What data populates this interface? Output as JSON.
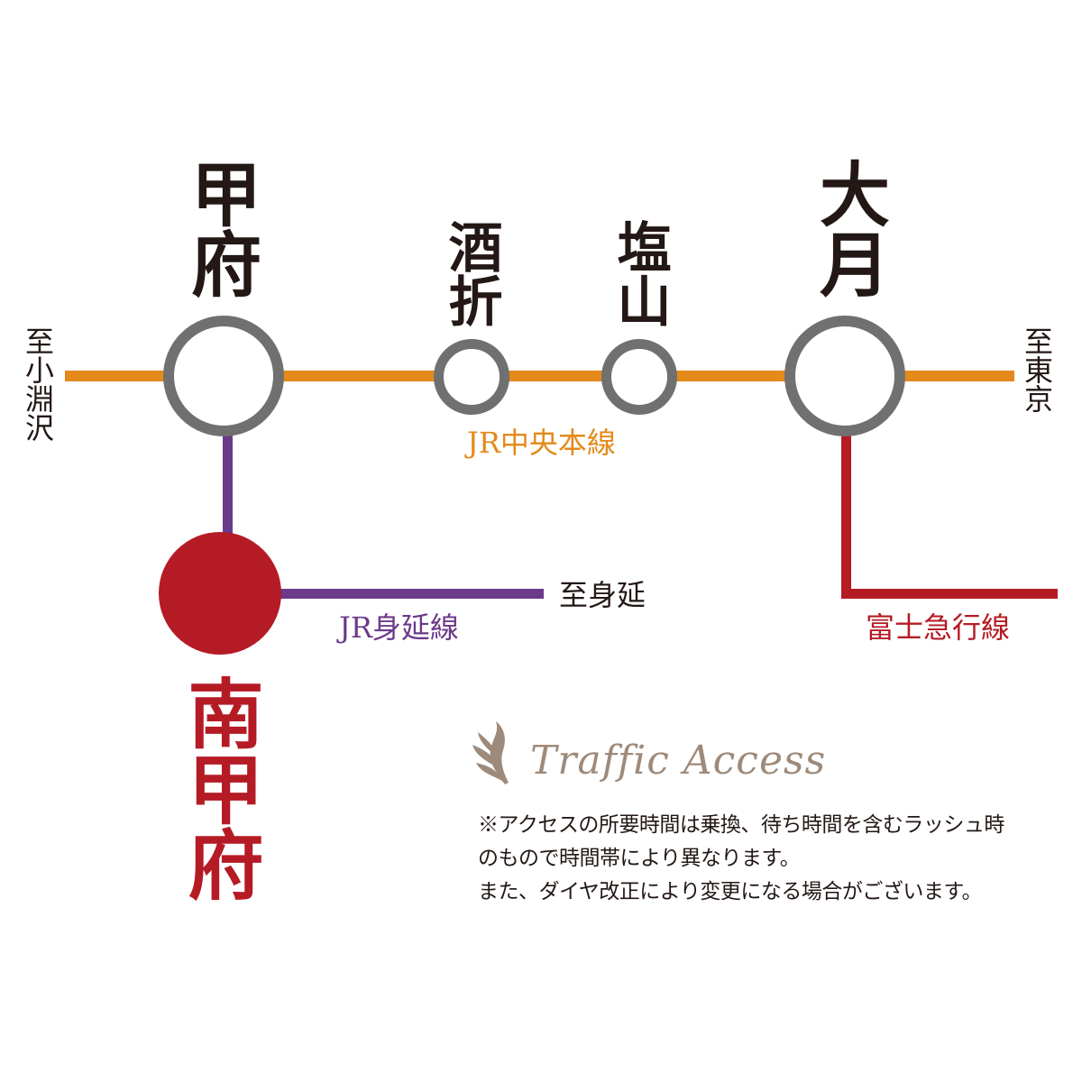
{
  "colors": {
    "chuo": "#E38A1B",
    "minobu": "#6B3A8A",
    "fujikyu": "#B51B25",
    "station_ring": "#707070",
    "highlight": "#B51B25",
    "accent": "#9E8A7A"
  },
  "stations": {
    "kofu": "甲府",
    "sakaori": "酒折",
    "enzan": "塩山",
    "otsuki": "大月",
    "minami_kofu": "南甲府"
  },
  "directions": {
    "to_kobuchizawa": "至小淵沢",
    "to_tokyo": "至東京",
    "to_minobu": "至身延"
  },
  "lines": {
    "chuo": "JR中央本線",
    "minobu": "JR身延線",
    "fujikyu": "富士急行線"
  },
  "heading": {
    "title": "Traffic Access",
    "icon": "leaf-ornament-icon"
  },
  "note": {
    "line1": "※アクセスの所要時間は乗換、待ち時間を含むラッシュ時",
    "line2": "のもので時間帯により異なります。",
    "line3": "また、ダイヤ改正により変更になる場合がございます。"
  }
}
